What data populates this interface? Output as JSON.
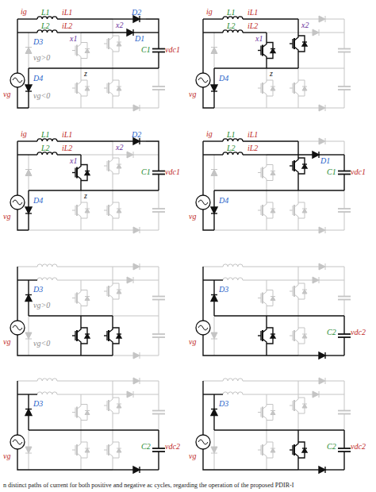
{
  "diagram": {
    "caption": "n distinct paths of current for both positive and negative ac cycles, regarding the operation of the proposed PDIR-I",
    "labels": [
      "ig",
      "iL1",
      "L1",
      "iL2",
      "L2",
      "D2",
      "D1",
      "x2",
      "x1",
      "z",
      "C1",
      "vdc1",
      "vg",
      "D3",
      "D4",
      "vg>0",
      "vg<0",
      "ig",
      "iL1",
      "L1",
      "iL2",
      "L2",
      "x2",
      "x1",
      "z",
      "vg",
      "D4",
      "ig",
      "iL1",
      "L1",
      "iL2",
      "L2",
      "D2",
      "x2",
      "x1",
      "z",
      "C1",
      "vdc1",
      "vg",
      "D4",
      "ig",
      "iL1",
      "L1",
      "iL2",
      "L2",
      "D1",
      "C1",
      "vdc1",
      "vg",
      "D4",
      "vg",
      "D3",
      "vg>0",
      "vg<0",
      "vg",
      "D3",
      "C2",
      "vdc2",
      "vg",
      "D3",
      "C2",
      "vdc2",
      "vg",
      "D3",
      "C2",
      "vdc2"
    ]
  }
}
